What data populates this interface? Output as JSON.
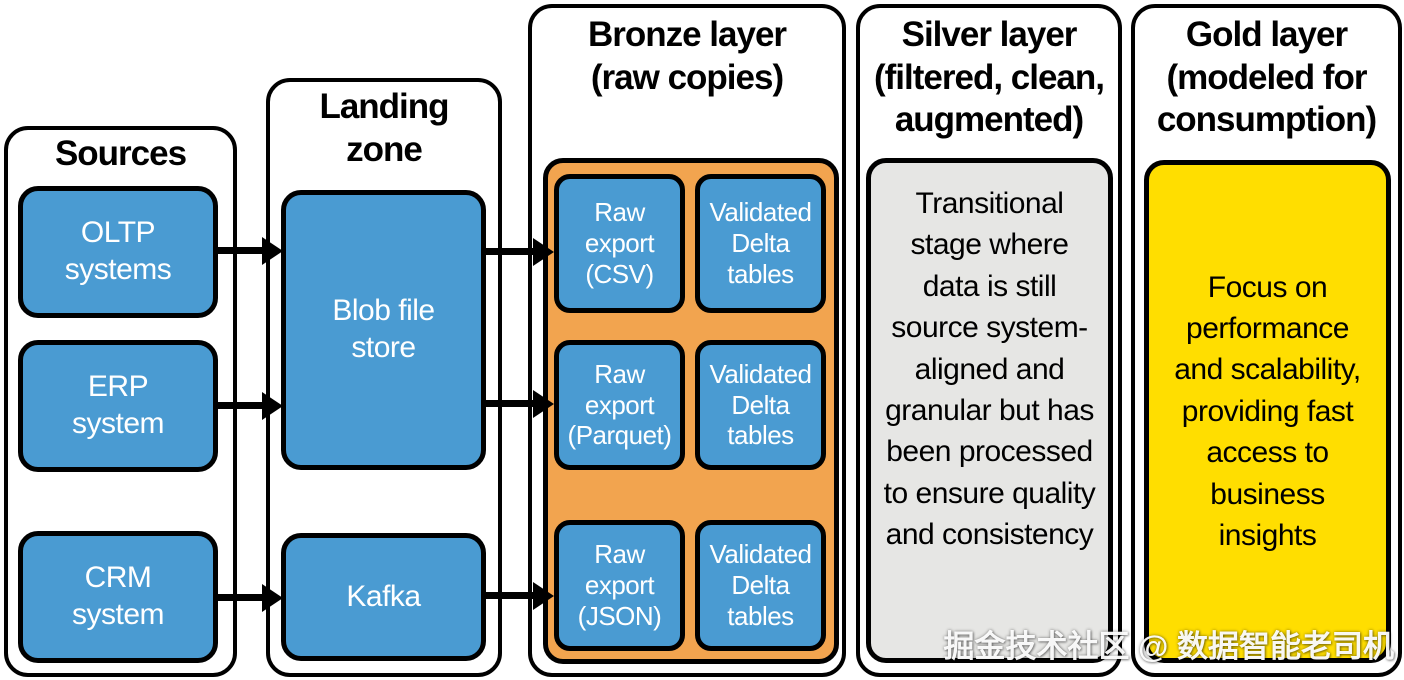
{
  "diagram": {
    "sources": {
      "title": "Sources",
      "nodes": [
        "OLTP systems",
        "ERP system",
        "CRM system"
      ]
    },
    "landing_zone": {
      "title": "Landing zone",
      "nodes": [
        "Blob file store",
        "Kafka"
      ]
    },
    "bronze": {
      "title": "Bronze layer",
      "subtitle": "(raw copies)",
      "rows": [
        {
          "raw": "Raw export (CSV)",
          "validated": "Validated Delta tables"
        },
        {
          "raw": "Raw export (Parquet)",
          "validated": "Validated Delta tables"
        },
        {
          "raw": "Raw export (JSON)",
          "validated": "Validated Delta tables"
        }
      ]
    },
    "silver": {
      "title": "Silver layer",
      "subtitle": "(filtered, clean, augmented)",
      "description": "Transitional stage where data is still source system-aligned and granular but has been processed to ensure quality and consistency"
    },
    "gold": {
      "title": "Gold layer",
      "subtitle": "(modeled for consumption)",
      "description": "Focus on performance and scalability, providing fast access to business insights"
    }
  },
  "watermark": "掘金技术社区 @ 数据智能老司机",
  "colors": {
    "node_blue": "#4A9BD2",
    "bronze_orange": "#F2A44F",
    "silver_gray": "#E6E6E4",
    "gold_yellow": "#FFDE00",
    "border_black": "#000000"
  }
}
